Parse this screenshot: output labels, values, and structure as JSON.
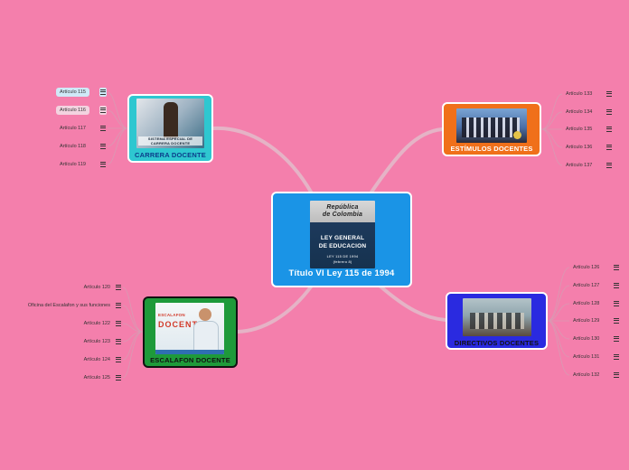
{
  "central": {
    "title": "Título VI Ley 115 de 1994",
    "book_line1": "República",
    "book_line2": "de Colombia",
    "book_line3": "LEY GENERAL",
    "book_line4": "DE EDUCACION",
    "book_line5": "LEY 115 DE 1994",
    "book_line6": "(febrero 8)"
  },
  "nodes": {
    "carrera": {
      "title": "CARRERA DOCENTE",
      "pic_caption": "SISTEMA ESPECIAL DE CARRERA DOCENTE"
    },
    "estimulos": {
      "title": "ESTÍMULOS DOCENTES"
    },
    "escalafon": {
      "title": "ESCALAFON DOCENTE",
      "pic_caption1": "ESCALAFON",
      "pic_caption2": "DOCENTE"
    },
    "directivos": {
      "title": "DIRECTIVOS DOCENTES"
    }
  },
  "leaves": {
    "carrera": [
      "Artículo 115",
      "Artículo 116",
      "Artículo 117",
      "Artículo 118",
      "Artículo 119"
    ],
    "estimulos": [
      "Artículo 133",
      "Artículo 134",
      "Artículo 135",
      "Artículo 136",
      "Artículo 137"
    ],
    "escalafon": [
      "Artículo 120",
      "Oficina del Escalafon y sus funciones",
      "Artículo 122",
      "Artículo 123",
      "Artículo 124",
      "Artículo 125"
    ],
    "directivos": [
      "Artículo 126",
      "Artículo 127",
      "Artículo 128",
      "Artículo 129",
      "Artículo 130",
      "Artículo 131",
      "Artículo 132"
    ]
  },
  "colors": {
    "background": "#f47fac",
    "central": "#1a94e6",
    "carrera": "#2ec7d0",
    "estimulos": "#f0701a",
    "escalafon": "#1e9a3a",
    "directivos": "#2a2ae0",
    "link": "#e8b8c8"
  },
  "icons": {
    "leaf_menu": "menu-lines-icon"
  }
}
